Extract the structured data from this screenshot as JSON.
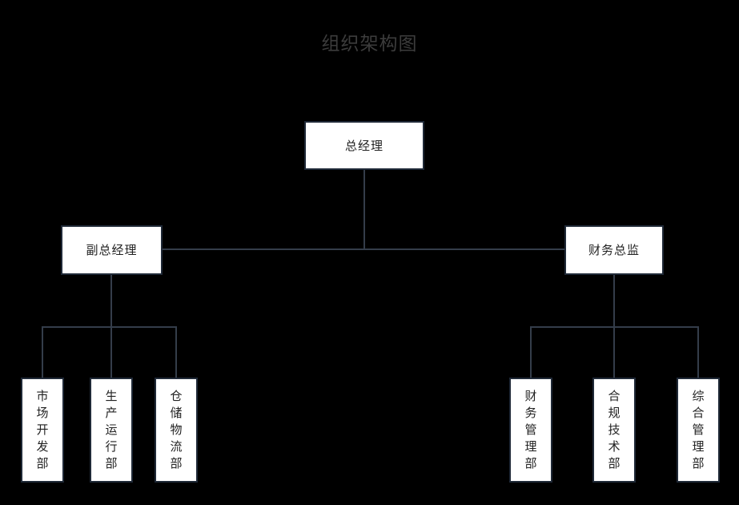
{
  "title": "组织架构图",
  "colors": {
    "background": "#000000",
    "title_text": "#3c3c3c",
    "node_fill": "#ffffff",
    "node_border": "#1f2937",
    "connector": "#343d4a",
    "node_text": "#222222"
  },
  "chart": {
    "type": "org-chart",
    "root": {
      "label": "总经理"
    },
    "level2": [
      {
        "label": "副总经理"
      },
      {
        "label": "财务总监"
      }
    ],
    "level3_left": [
      {
        "label": "市场开发部"
      },
      {
        "label": "生产运行部"
      },
      {
        "label": "仓储物流部"
      }
    ],
    "level3_right": [
      {
        "label": "财务管理部"
      },
      {
        "label": "合规技术部"
      },
      {
        "label": "综合管理部"
      }
    ]
  }
}
